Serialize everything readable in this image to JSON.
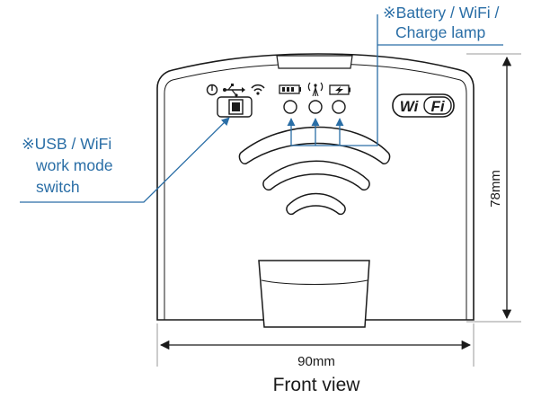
{
  "callouts": {
    "lamp_line1": "※Battery / WiFi /",
    "lamp_line2": "Charge lamp",
    "switch_line1": "※USB / WiFi",
    "switch_line2": "work mode",
    "switch_line3": "switch"
  },
  "dimensions": {
    "width_label": "90mm",
    "height_label": "78mm"
  },
  "caption": "Front view",
  "logo": {
    "text_left": "Wi",
    "text_right": "Fi"
  },
  "icons": {
    "mode_switch": [
      "power-icon",
      "usb-icon",
      "wifi-icon"
    ],
    "lamps": [
      "battery-icon",
      "antenna-icon",
      "charge-icon"
    ]
  },
  "colors": {
    "callout": "#2a6ea6",
    "outline": "#1a1a1a",
    "gray_line": "#999999"
  }
}
